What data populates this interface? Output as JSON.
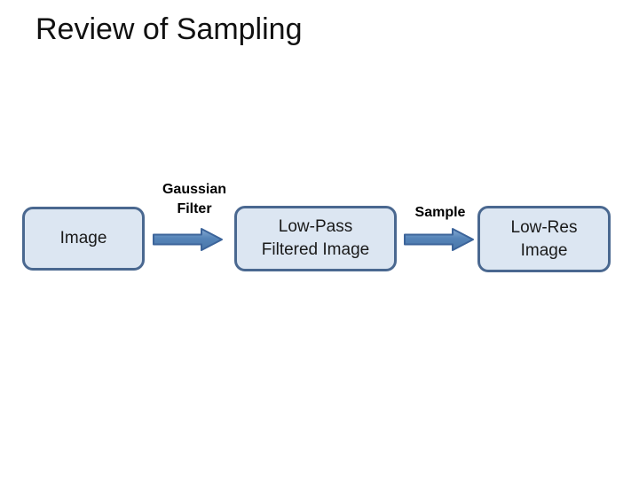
{
  "slide": {
    "title": "Review of Sampling"
  },
  "diagram": {
    "node_image": {
      "label": "Image"
    },
    "node_lowpass": {
      "line1": "Low-Pass",
      "line2": "Filtered Image"
    },
    "node_lowres": {
      "line1": "Low-Res",
      "line2": "Image"
    },
    "edge_filter": {
      "line1": "Gaussian",
      "line2": "Filter"
    },
    "edge_sample": {
      "label": "Sample"
    },
    "flow_order": [
      "Image",
      "Low-Pass Filtered Image",
      "Low-Res Image"
    ]
  },
  "colors": {
    "background": "#ffffff",
    "box_fill": "#dce6f2",
    "box_border": "#4a6890",
    "arrow_fill": "#4f81bd",
    "arrow_fill_light": "#85a9d2",
    "arrow_border": "#3c649a",
    "title_text": "#111111",
    "box_text": "#1a1a1a",
    "label_text": "#000000"
  }
}
